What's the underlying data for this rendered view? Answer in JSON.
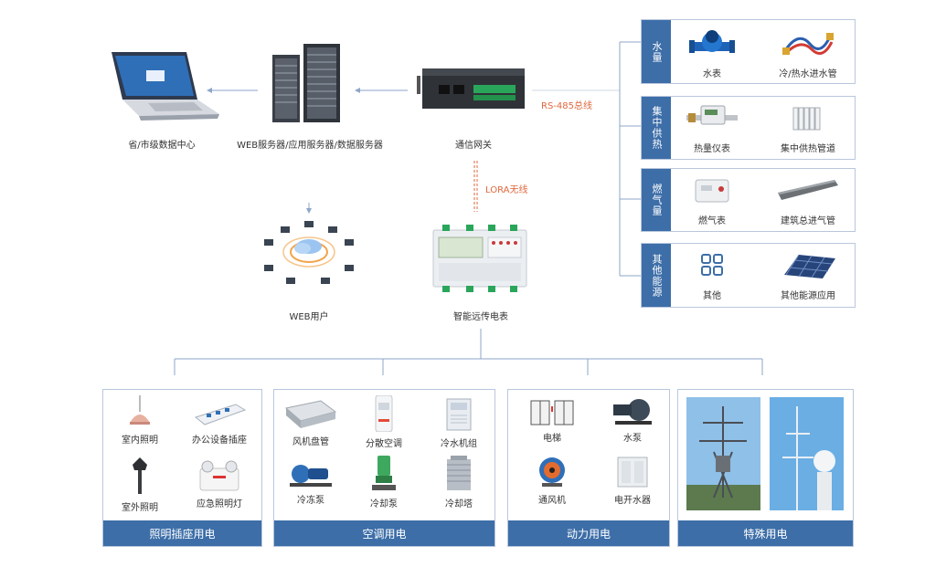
{
  "nodes": {
    "data_center": "省/市级数据中心",
    "servers": "WEB服务器/应用服务器/数据服务器",
    "gateway": "通信网关",
    "web_users": "WEB用户",
    "meter": "智能远传电表"
  },
  "links": {
    "rs485": "RS-485总线",
    "lora": "LORA无线"
  },
  "resources": [
    {
      "label": "水量",
      "items": [
        "水表",
        "冷/热水进水管"
      ]
    },
    {
      "label": "集中供热",
      "items": [
        "热量仪表",
        "集中供热管道"
      ]
    },
    {
      "label": "燃气量",
      "items": [
        "燃气表",
        "建筑总进气管"
      ]
    },
    {
      "label": "其他能源",
      "items": [
        "其他",
        "其他能源应用"
      ]
    }
  ],
  "categories": [
    {
      "title": "照明插座用电",
      "items": [
        "室内照明",
        "办公设备插座",
        "室外照明",
        "应急照明灯"
      ]
    },
    {
      "title": "空调用电",
      "items": [
        "风机盘管",
        "分散空调",
        "冷水机组",
        "冷冻泵",
        "冷却泵",
        "冷却塔"
      ]
    },
    {
      "title": "动力用电",
      "items": [
        "电梯",
        "水泵",
        "通风机",
        "电开水器"
      ]
    },
    {
      "title": "特殊用电",
      "items": []
    }
  ],
  "colors": {
    "accent": "#3d6ea8",
    "border": "#b9c7dd",
    "link_text": "#e0683e",
    "connector": "#8ea6c8"
  }
}
